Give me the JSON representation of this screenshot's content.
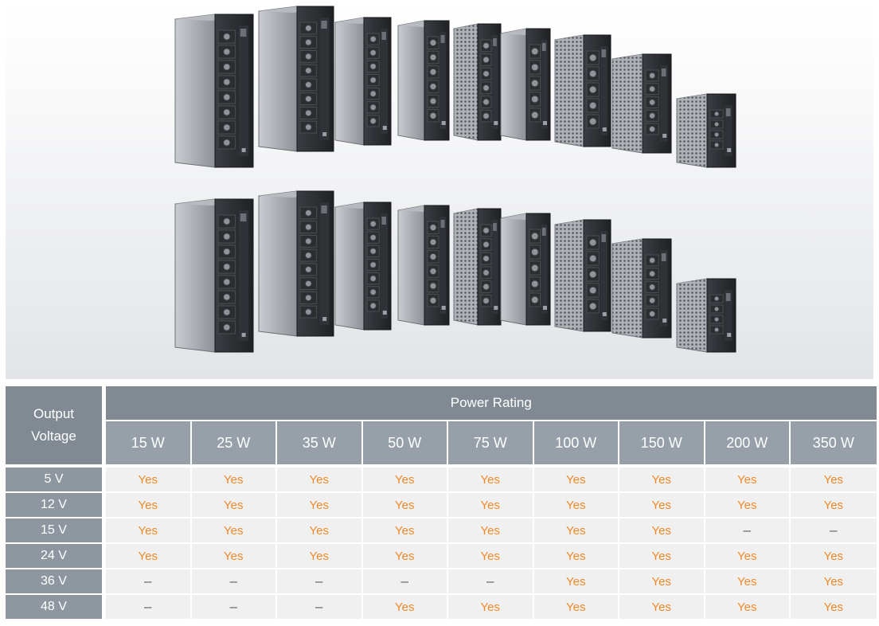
{
  "image": {
    "alt": "Two rows of nine switching power supply units of decreasing size, front terminal-block view"
  },
  "colors": {
    "header_dark": "#818a93",
    "header_light": "#97a0a9",
    "voltage_cell": "#8e979f",
    "data_cell": "#f0f0f1",
    "yes_text": "#f08a28",
    "dash_text": "#5a5e63"
  },
  "table": {
    "corner_label_line1": "Output",
    "corner_label_line2": "Voltage",
    "group_label": "Power Rating",
    "wattages": [
      "15 W",
      "25 W",
      "35 W",
      "50 W",
      "75 W",
      "100 W",
      "150 W",
      "200 W",
      "350 W"
    ],
    "rows": [
      {
        "voltage": "5 V",
        "cells": [
          "Yes",
          "Yes",
          "Yes",
          "Yes",
          "Yes",
          "Yes",
          "Yes",
          "Yes",
          "Yes"
        ]
      },
      {
        "voltage": "12 V",
        "cells": [
          "Yes",
          "Yes",
          "Yes",
          "Yes",
          "Yes",
          "Yes",
          "Yes",
          "Yes",
          "Yes"
        ]
      },
      {
        "voltage": "15 V",
        "cells": [
          "Yes",
          "Yes",
          "Yes",
          "Yes",
          "Yes",
          "Yes",
          "Yes",
          "–",
          "–"
        ]
      },
      {
        "voltage": "24 V",
        "cells": [
          "Yes",
          "Yes",
          "Yes",
          "Yes",
          "Yes",
          "Yes",
          "Yes",
          "Yes",
          "Yes"
        ]
      },
      {
        "voltage": "36 V",
        "cells": [
          "–",
          "–",
          "–",
          "–",
          "–",
          "Yes",
          "Yes",
          "Yes",
          "Yes"
        ]
      },
      {
        "voltage": "48 V",
        "cells": [
          "–",
          "–",
          "–",
          "Yes",
          "Yes",
          "Yes",
          "Yes",
          "Yes",
          "Yes"
        ]
      }
    ]
  }
}
